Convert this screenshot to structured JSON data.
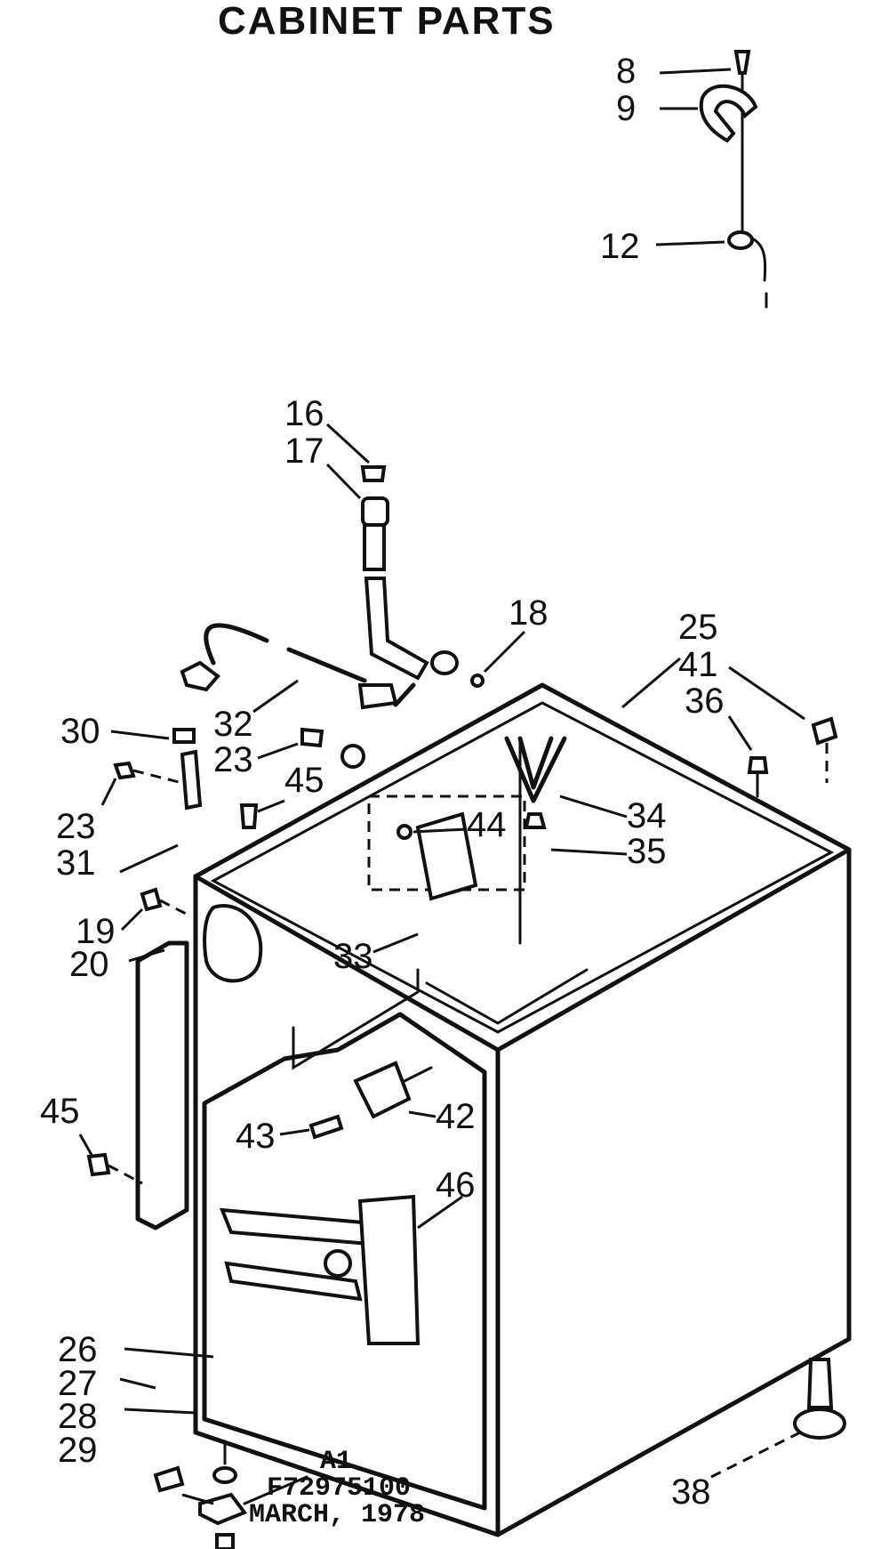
{
  "title": "CABINET PARTS",
  "callouts": {
    "p8": "8",
    "p9": "9",
    "p12": "12",
    "p16": "16",
    "p17": "17",
    "p18": "18",
    "p25": "25",
    "p41": "41",
    "p36": "36",
    "p30": "30",
    "p32": "32",
    "p23a": "23",
    "p45a": "45",
    "p23b": "23",
    "p31": "31",
    "p44": "44",
    "p34": "34",
    "p35": "35",
    "p19": "19",
    "p20": "20",
    "p33": "33",
    "p45b": "45",
    "p43": "43",
    "p42": "42",
    "p46": "46",
    "p26": "26",
    "p27": "27",
    "p28": "28",
    "p29": "29",
    "p38": "38"
  },
  "footer": {
    "line1": "A1",
    "line2": "F72975100",
    "line3": "MARCH, 1978"
  }
}
